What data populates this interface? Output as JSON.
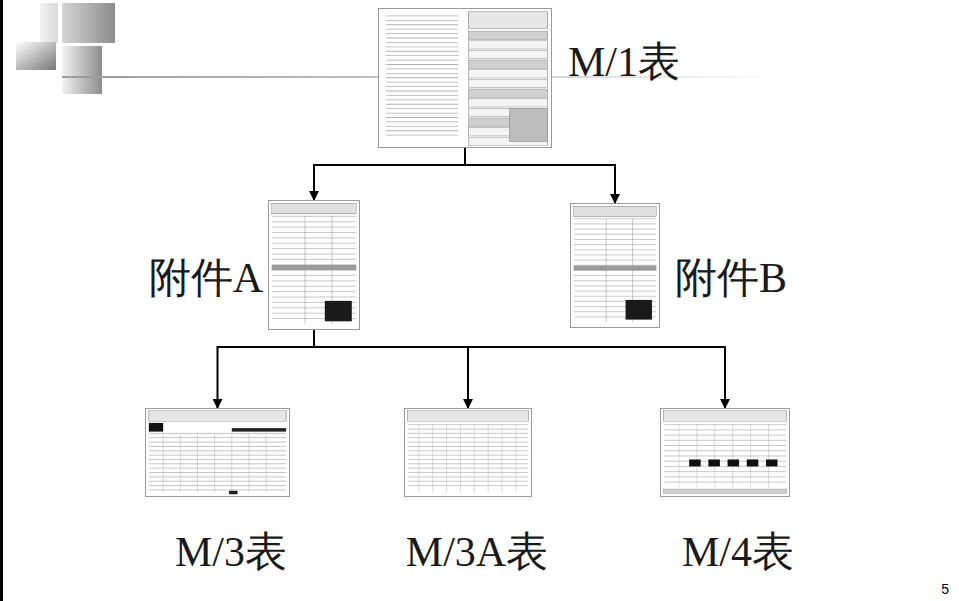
{
  "diagram": {
    "nodes": [
      {
        "text": [
          "M/1表"
        ]
      },
      {
        "text": [
          "附件A"
        ]
      },
      {
        "text": [
          "附件B"
        ]
      },
      {
        "text": [
          "M/3表"
        ]
      },
      {
        "text": [
          "M/3A表"
        ]
      },
      {
        "text": [
          "M/4表"
        ]
      }
    ],
    "edges": [
      {
        "from": 0,
        "to": 1,
        "arrow": "to"
      },
      {
        "from": 0,
        "to": 2,
        "arrow": "to"
      },
      {
        "from": 1,
        "to": 3,
        "arrow": "to"
      },
      {
        "from": 1,
        "to": 4,
        "arrow": "to"
      },
      {
        "from": 1,
        "to": 5,
        "arrow": "to"
      }
    ],
    "labels": [
      "5"
    ]
  }
}
